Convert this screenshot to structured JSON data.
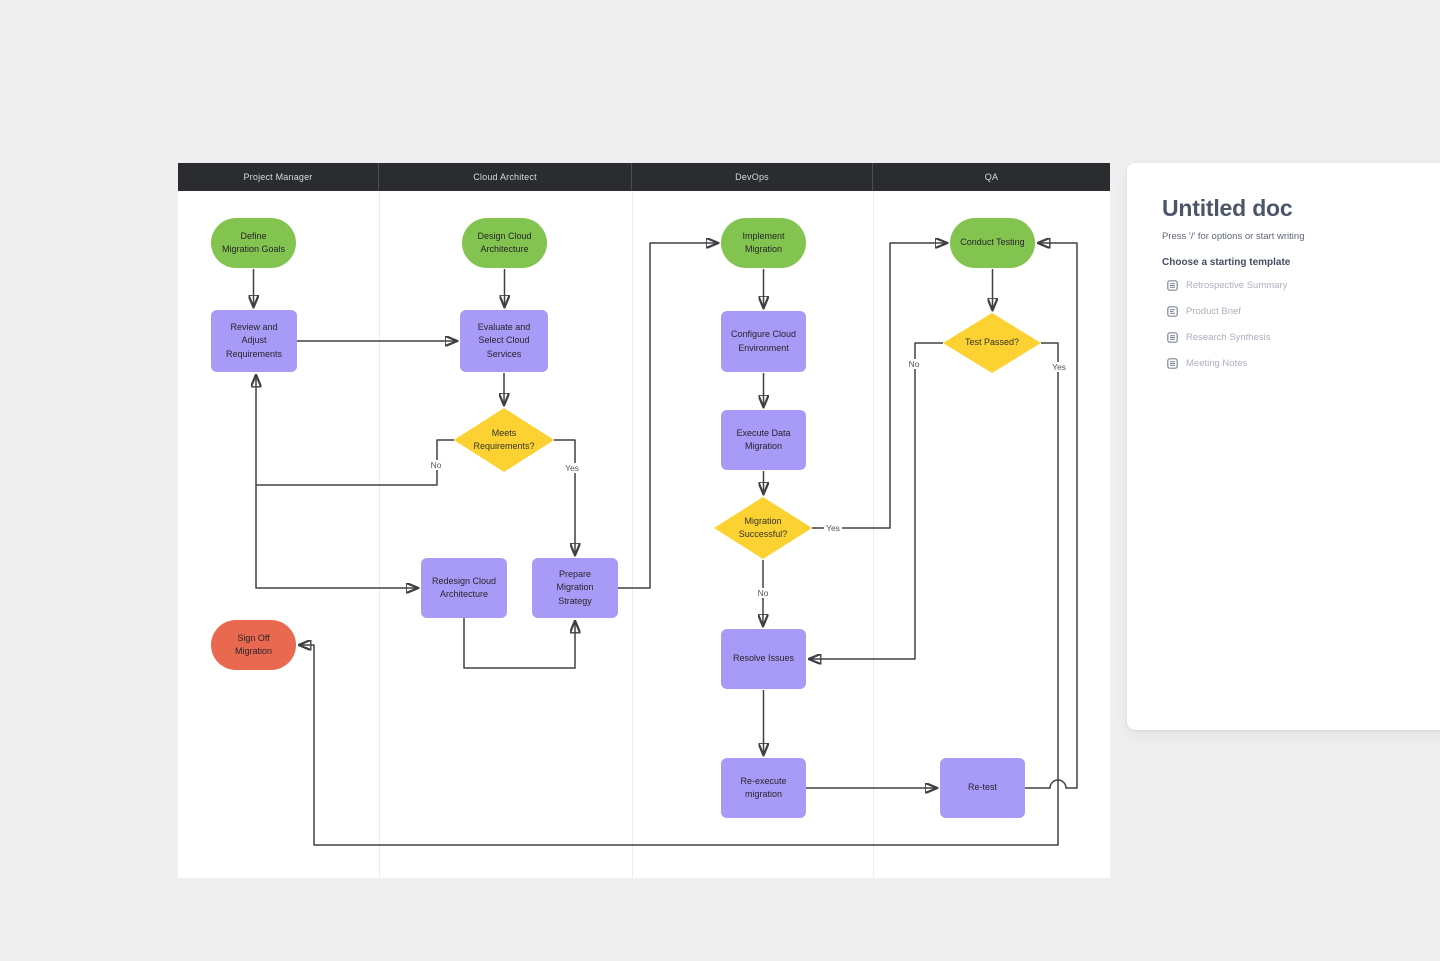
{
  "lanes": {
    "headers": [
      "Project Manager",
      "Cloud Architect",
      "DevOps",
      "QA"
    ]
  },
  "nodes": {
    "define_goals": {
      "label": "Define Migration Goals",
      "type": "terminator-start"
    },
    "review_adjust": {
      "label": "Review and Adjust Requirements",
      "type": "process"
    },
    "design_arch": {
      "label": "Design Cloud Architecture",
      "type": "terminator-start"
    },
    "evaluate_select": {
      "label": "Evaluate and Select Cloud Services",
      "type": "process"
    },
    "meets_req": {
      "label": "Meets Requirements?",
      "type": "decision"
    },
    "redesign": {
      "label": "Redesign Cloud Architecture",
      "type": "process"
    },
    "prepare_strategy": {
      "label": "Prepare Migration Strategy",
      "type": "process"
    },
    "sign_off": {
      "label": "Sign Off Migration",
      "type": "terminator-end"
    },
    "implement": {
      "label": "Implement Migration",
      "type": "terminator-start"
    },
    "configure_cloud": {
      "label": "Configure Cloud Environment",
      "type": "process"
    },
    "execute_data": {
      "label": "Execute Data Migration",
      "type": "process"
    },
    "migration_successful": {
      "label": "Migration Successful?",
      "type": "decision"
    },
    "resolve_issues": {
      "label": "Resolve Issues",
      "type": "process"
    },
    "re_execute": {
      "label": "Re-execute migration",
      "type": "process"
    },
    "conduct_testing": {
      "label": "Conduct Testing",
      "type": "terminator-start"
    },
    "test_passed": {
      "label": "Test Passed?",
      "type": "decision"
    },
    "re_test": {
      "label": "Re-test",
      "type": "process"
    }
  },
  "edge_labels": {
    "meets_no": "No",
    "meets_yes": "Yes",
    "mig_yes": "Yes",
    "mig_no": "No",
    "test_no": "No",
    "test_yes": "Yes"
  },
  "panel": {
    "title": "Untitled doc",
    "subtitle": "Press '/' for options or start writing",
    "section_heading": "Choose a starting template",
    "templates": [
      {
        "label": "Retrospective Summary"
      },
      {
        "label": "Product Brief"
      },
      {
        "label": "Research Synthesis"
      },
      {
        "label": "Meeting Notes"
      }
    ]
  },
  "colors": {
    "process": "#A89AF7",
    "terminator_start": "#82C44F",
    "terminator_end": "#E96950",
    "decision": "#FBD231",
    "connector": "#3F4044",
    "lane_header_bg": "#2A2C30",
    "canvas_bg": "#FFFFFF",
    "page_bg": "#EFEFF0"
  }
}
